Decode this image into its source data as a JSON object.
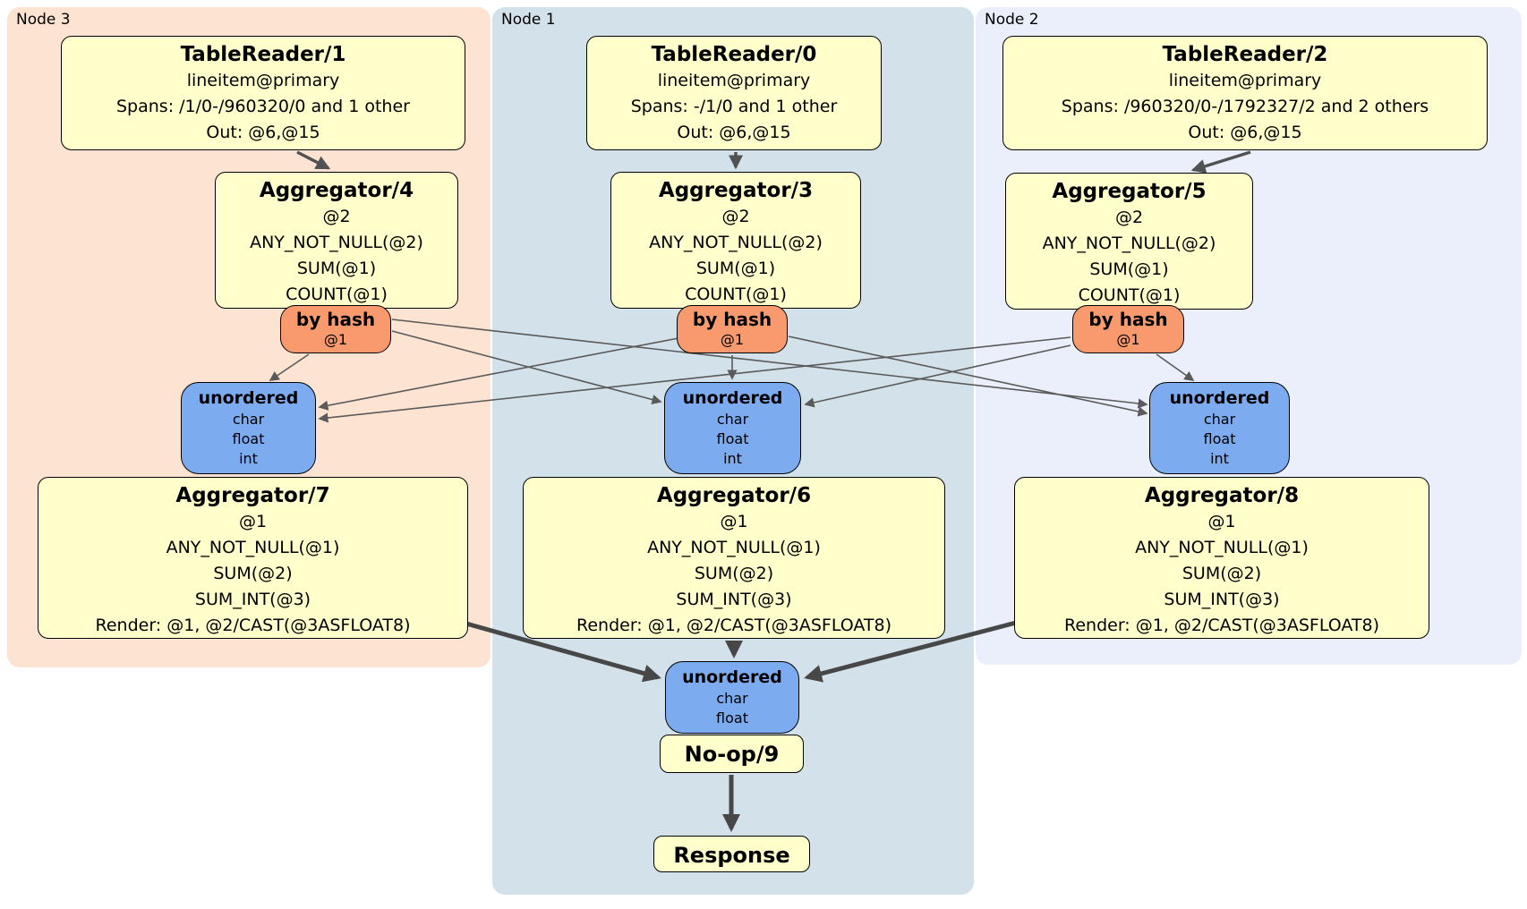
{
  "colors": {
    "node3_bg": "#fde3d2",
    "node1_bg": "#d3e1ea",
    "node2_bg": "#eaeffb",
    "box_yellow": "#ffffcc",
    "router_orange": "#f89a6e",
    "sync_blue": "#7dabf0",
    "edge_gray": "#5a5a5a"
  },
  "nodes": [
    {
      "label": "Node 3",
      "tablereader": {
        "title": "TableReader/1",
        "lines": [
          "lineitem@primary",
          "Spans: /1/0-/960320/0 and 1 other",
          "Out: @6,@15"
        ]
      },
      "aggregator_top": {
        "title": "Aggregator/4",
        "lines": [
          "@2",
          "ANY_NOT_NULL(@2)",
          "SUM(@1)",
          "COUNT(@1)"
        ]
      },
      "router": {
        "title": "by hash",
        "detail": "@1"
      },
      "sync": {
        "title": "unordered",
        "lines": [
          "char",
          "float",
          "int"
        ]
      },
      "aggregator_bottom": {
        "title": "Aggregator/7",
        "lines": [
          "@1",
          "ANY_NOT_NULL(@1)",
          "SUM(@2)",
          "SUM_INT(@3)",
          "Render: @1, @2/CAST(@3ASFLOAT8)"
        ]
      }
    },
    {
      "label": "Node 1",
      "tablereader": {
        "title": "TableReader/0",
        "lines": [
          "lineitem@primary",
          "Spans: -/1/0 and 1 other",
          "Out: @6,@15"
        ]
      },
      "aggregator_top": {
        "title": "Aggregator/3",
        "lines": [
          "@2",
          "ANY_NOT_NULL(@2)",
          "SUM(@1)",
          "COUNT(@1)"
        ]
      },
      "router": {
        "title": "by hash",
        "detail": "@1"
      },
      "sync": {
        "title": "unordered",
        "lines": [
          "char",
          "float",
          "int"
        ]
      },
      "aggregator_bottom": {
        "title": "Aggregator/6",
        "lines": [
          "@1",
          "ANY_NOT_NULL(@1)",
          "SUM(@2)",
          "SUM_INT(@3)",
          "Render: @1, @2/CAST(@3ASFLOAT8)"
        ]
      }
    },
    {
      "label": "Node 2",
      "tablereader": {
        "title": "TableReader/2",
        "lines": [
          "lineitem@primary",
          "Spans: /960320/0-/1792327/2 and 2 others",
          "Out: @6,@15"
        ]
      },
      "aggregator_top": {
        "title": "Aggregator/5",
        "lines": [
          "@2",
          "ANY_NOT_NULL(@2)",
          "SUM(@1)",
          "COUNT(@1)"
        ]
      },
      "router": {
        "title": "by hash",
        "detail": "@1"
      },
      "sync": {
        "title": "unordered",
        "lines": [
          "char",
          "float",
          "int"
        ]
      },
      "aggregator_bottom": {
        "title": "Aggregator/8",
        "lines": [
          "@1",
          "ANY_NOT_NULL(@1)",
          "SUM(@2)",
          "SUM_INT(@3)",
          "Render: @1, @2/CAST(@3ASFLOAT8)"
        ]
      }
    }
  ],
  "final": {
    "sync": {
      "title": "unordered",
      "lines": [
        "char",
        "float"
      ]
    },
    "noop_label": "No-op/9",
    "response_label": "Response"
  }
}
